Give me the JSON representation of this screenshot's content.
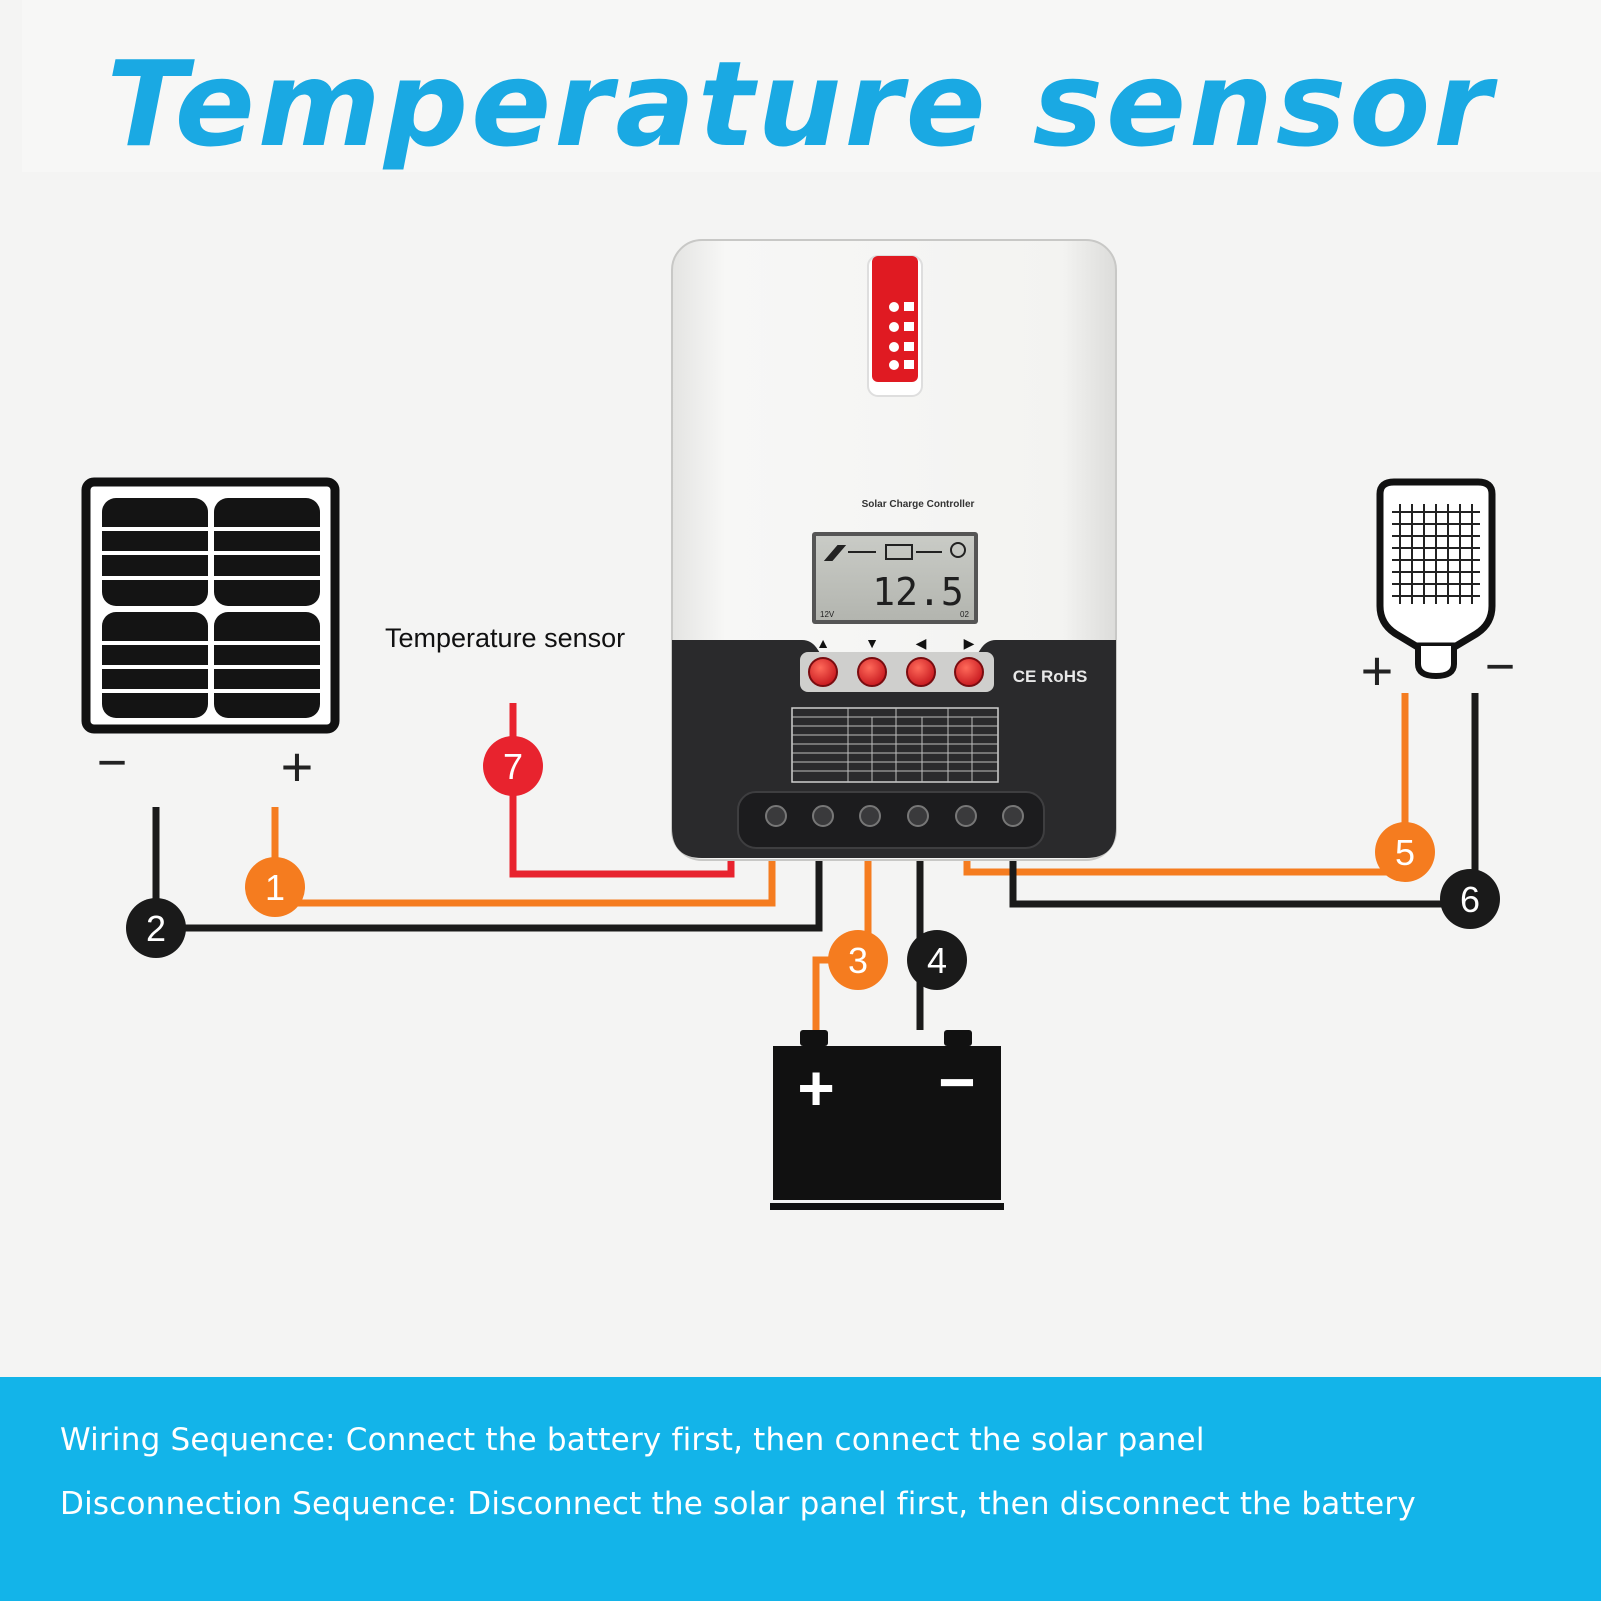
{
  "header": {
    "title": "Temperature sensor"
  },
  "controller": {
    "product_label": "Solar Charge Controller",
    "display_value": "12.5",
    "display_left_tag": "12V",
    "display_right_tag": "02",
    "buttons": [
      "▲",
      "▼",
      "◀",
      "▶"
    ],
    "certification": "CE RoHS"
  },
  "labels": {
    "temperature_sensor": "Temperature sensor",
    "panel_minus": "−",
    "panel_plus": "+",
    "load_plus": "+",
    "load_minus": "−",
    "battery_plus": "+",
    "battery_minus": "−"
  },
  "connections": [
    {
      "number": "1",
      "color": "orange"
    },
    {
      "number": "2",
      "color": "black"
    },
    {
      "number": "3",
      "color": "orange"
    },
    {
      "number": "4",
      "color": "black"
    },
    {
      "number": "5",
      "color": "orange"
    },
    {
      "number": "6",
      "color": "black"
    },
    {
      "number": "7",
      "color": "red"
    }
  ],
  "footer": {
    "wiring_sequence": "Wiring Sequence: Connect the battery first, then connect the solar panel",
    "disconnection_sequence": "Disconnection Sequence: Disconnect the solar panel first, then disconnect the battery"
  },
  "colors": {
    "accent_blue": "#1aa9e3",
    "footer_blue": "#13b4e9",
    "wire_orange": "#f57c1f",
    "wire_black": "#1a1a1a",
    "wire_red": "#e8232e"
  }
}
